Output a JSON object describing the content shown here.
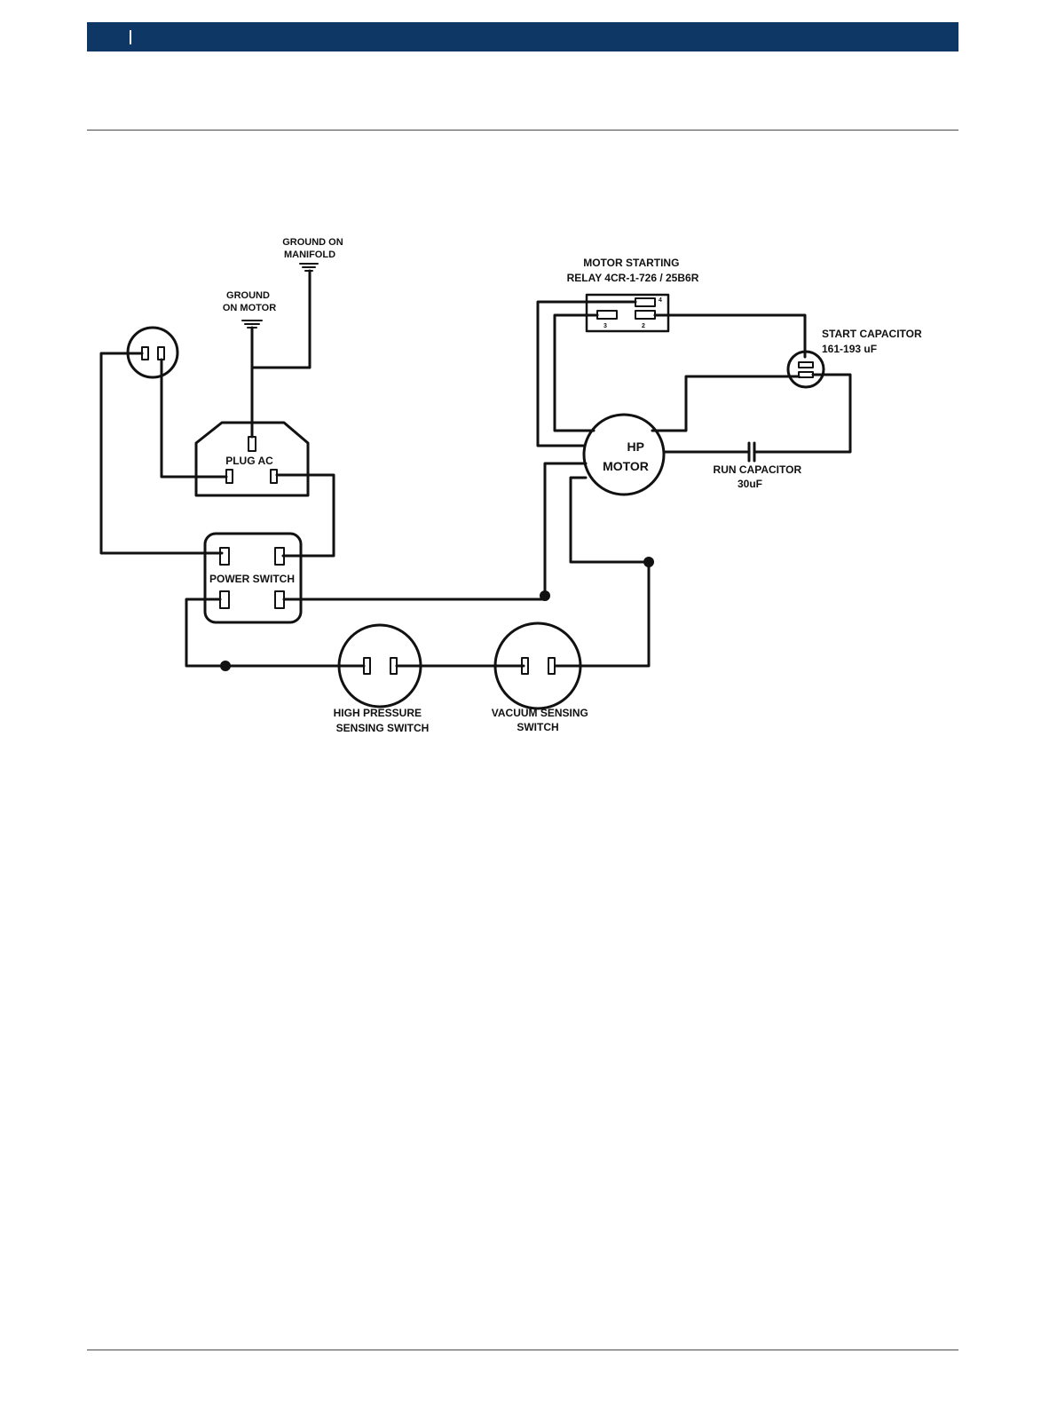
{
  "colors": {
    "header": "#0e3766",
    "header_separator": "#ffffff",
    "wire": "#111111"
  },
  "labels": {
    "ground_on_manifold": [
      "GROUND ON",
      "MANIFOLD"
    ],
    "ground_on_motor": [
      "GROUND",
      "ON MOTOR"
    ],
    "motor_starting_relay": [
      "MOTOR STARTING",
      "RELAY  4CR-1-726 / 25B6R"
    ],
    "relay_pin_4": "4",
    "relay_pin_3": "3",
    "relay_pin_2": "2",
    "start_capacitor": [
      "START CAPACITOR",
      "161-193 uF"
    ],
    "plug_ac": "PLUG AC",
    "motor": [
      "HP",
      "MOTOR"
    ],
    "run_capacitor": [
      "RUN CAPACITOR",
      "30uF"
    ],
    "power_switch": "POWER SWITCH",
    "high_pressure_switch": [
      "HIGH PRESSURE",
      "SENSING SWITCH"
    ],
    "vacuum_switch": [
      "VACUUM SENSING",
      "SWITCH"
    ]
  }
}
